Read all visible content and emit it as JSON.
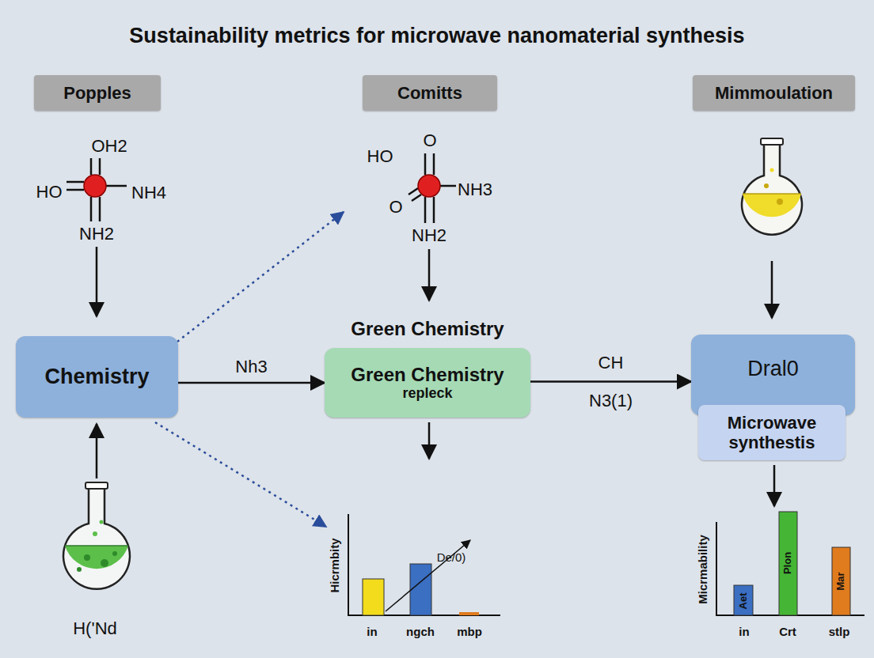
{
  "diagram": {
    "title": "Sustainability metrics for microwave nanomaterial synthesis",
    "nodes": [
      {
        "text": [
          "Popples"
        ]
      },
      {
        "text": [
          "Comitts"
        ]
      },
      {
        "text": [
          "Mimmoulation"
        ]
      },
      {
        "text": [
          "Chemistry"
        ]
      },
      {
        "text": [
          "Green Chemistry",
          "Green Chemistry",
          "repleck"
        ]
      },
      {
        "text": [
          "Dral0"
        ]
      },
      {
        "text": [
          "Microwave synthestis"
        ],
        "in": 5
      }
    ],
    "edges": [
      {
        "from": 3,
        "to": 4,
        "arrow": "to",
        "label": "Nh3"
      },
      {
        "from": 4,
        "to": 5,
        "arrow": "to",
        "label": "CH N3(1)"
      }
    ],
    "labels": [
      "OH2",
      "HO",
      "NH4",
      "NH2",
      "HO",
      "O",
      "O",
      "NH3",
      "NH2",
      "H('Nd",
      "Hicrmbity",
      "De/0)",
      "in",
      "ngch",
      "mbp",
      "Micrmability",
      "Aet",
      "Plon",
      "Mar",
      "in",
      "Crt",
      "stlp"
    ]
  }
}
